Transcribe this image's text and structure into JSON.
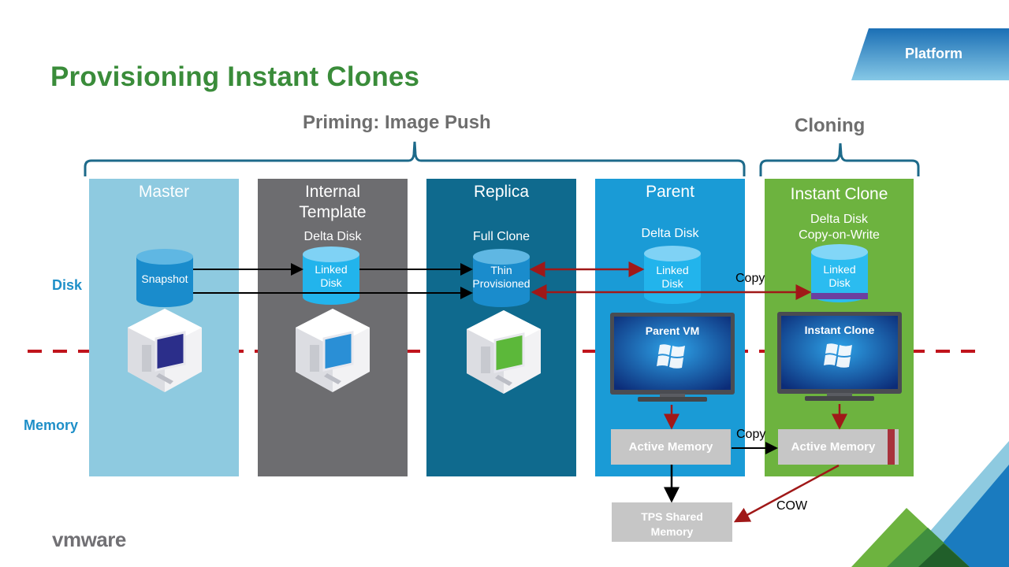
{
  "title": "Provisioning Instant Clones",
  "badge": "Platform",
  "phases": {
    "priming": "Priming: Image Push",
    "cloning": "Cloning"
  },
  "row_labels": {
    "disk": "Disk",
    "memory": "Memory"
  },
  "columns": [
    {
      "title": "Master",
      "subtitle": "",
      "disk_label": "Snapshot",
      "color": "#8ecae0",
      "icon": "vm-cube-icon"
    },
    {
      "title": "Internal Template",
      "title_line1": "Internal",
      "title_line2": "Template",
      "subtitle": "Delta Disk",
      "disk_label_line1": "Linked",
      "disk_label_line2": "Disk",
      "color": "#6d6d70",
      "icon": "vm-cube-icon"
    },
    {
      "title": "Replica",
      "subtitle": "Full Clone",
      "disk_label_line1": "Thin",
      "disk_label_line2": "Provisioned",
      "color": "#0f6a8e",
      "icon": "vm-cube-green-icon"
    },
    {
      "title": "Parent",
      "subtitle": "Delta Disk",
      "disk_label_line1": "Linked",
      "disk_label_line2": "Disk",
      "monitor_label": "Parent VM",
      "memory_label": "Active Memory",
      "color": "#1a9bd6",
      "icon": "monitor-windows-icon"
    },
    {
      "title": "Instant Clone",
      "subtitle_line1": "Delta Disk",
      "subtitle_line2": "Copy-on-Write",
      "disk_label_line1": "Linked",
      "disk_label_line2": "Disk",
      "monitor_label": "Instant Clone",
      "memory_label": "Active Memory",
      "color": "#6db33f",
      "icon": "monitor-windows-icon"
    }
  ],
  "shared_memory": {
    "line1": "TPS Shared",
    "line2": "Memory"
  },
  "annotations": {
    "disk_copy": "Copy",
    "memory_copy": "Copy",
    "cow": "COW"
  },
  "colors": {
    "title_green": "#3a8c3a",
    "accent_blue": "#1e8fc8",
    "arrow_red": "#a01818",
    "divider_red": "#c0141c"
  },
  "logo": "vmware"
}
